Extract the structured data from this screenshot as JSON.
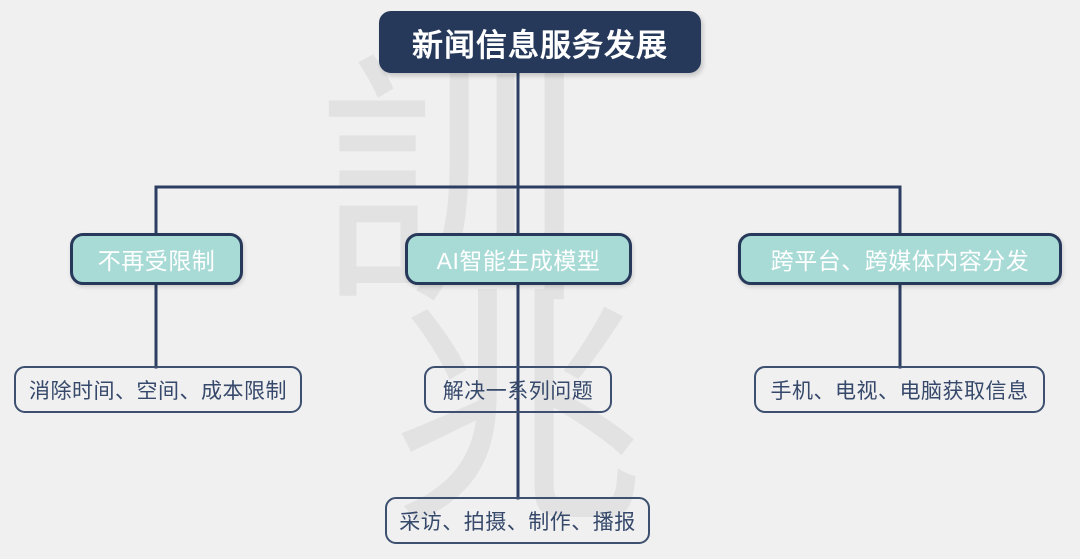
{
  "diagram": {
    "type": "tree",
    "title": "新闻信息服务发展",
    "background_color": "#f0f0f0",
    "watermark": {
      "characters": [
        "訓",
        "兆"
      ],
      "color": "#e2e2e2"
    },
    "colors": {
      "root_fill": "#27395a",
      "root_text": "#ffffff",
      "level2_fill": "#a9dbd6",
      "level2_border": "#27395a",
      "level2_text": "#ffffff",
      "leaf_border": "#3d5070",
      "leaf_text": "#36496b",
      "connector": "#2c3f63"
    },
    "root": {
      "label": "新闻信息服务发展"
    },
    "branches": [
      {
        "id": "left",
        "label": "不再受限制",
        "children": [
          {
            "label": "消除时间、空间、成本限制"
          }
        ]
      },
      {
        "id": "center",
        "label": "AI智能生成模型",
        "children": [
          {
            "label": "解决一系列问题"
          },
          {
            "label": "采访、拍摄、制作、播报"
          }
        ]
      },
      {
        "id": "right",
        "label": "跨平台、跨媒体内容分发",
        "children": [
          {
            "label": "手机、电视、电脑获取信息"
          }
        ]
      }
    ]
  }
}
